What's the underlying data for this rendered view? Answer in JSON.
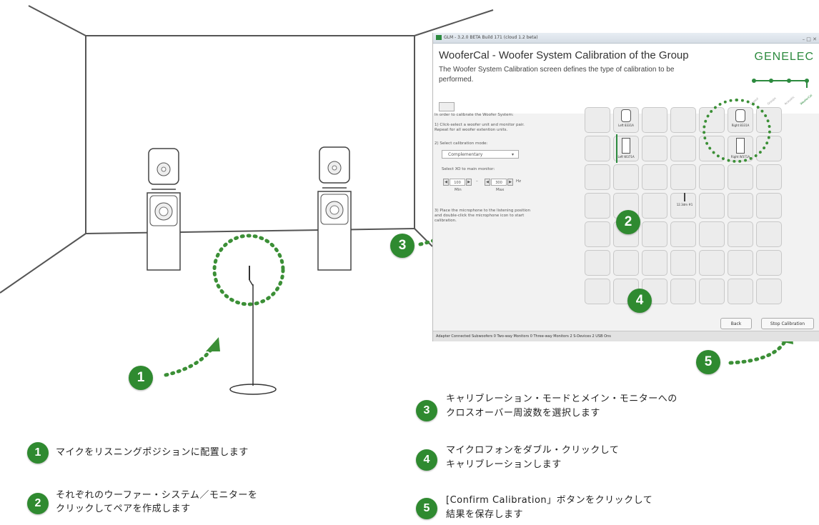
{
  "window": {
    "title": "GLM - 3.2.0 BETA Build 171 (cloud 1.2 beta)",
    "heading": "WooferCal - Woofer System Calibration of the Group",
    "description": "The Woofer System Calibration screen defines the type of calibration to be performed.",
    "brand": "GENELEC",
    "steps": [
      "Layout",
      "Groups",
      "Acoustic",
      "WooferCal"
    ]
  },
  "instructions": {
    "intro": "In order to calibrate the Woofer System:",
    "step1": "1) Click-select a woofer unit and monitor pair. Repeat for all woofer extention units.",
    "step2": "2) Select calibration mode:",
    "mode_value": "Complementary",
    "xo_label": "Select XO to main monitor:",
    "min_value": "100",
    "max_value": "300",
    "unit": "Hz",
    "min_label": "Min",
    "max_label": "Max",
    "step3": "3) Place the microphone to the listening position and double-click the microphone icon to start calibration."
  },
  "grid": {
    "devices": [
      "Left 8331A",
      "Left W371A",
      "Right 8331A",
      "Right W371A"
    ],
    "mic_label": "12.3dm #1"
  },
  "buttons": {
    "back": "Back",
    "confirm": "Stop Calibration"
  },
  "statusbar": "Adapter Connected  Subwoofers 0   Two-way Monitors 0   Three-way Monitors 2   S-Devices 2   USB Ons",
  "callouts": [
    "1",
    "2",
    "3",
    "4",
    "5"
  ],
  "captions": {
    "c1": "マイクをリスニングポジションに配置します",
    "c2_line1": "それぞれのウーファー・システム／モニターを",
    "c2_line2": "クリックしてペアを作成します",
    "c3_line1": "キャリブレーション・モードとメイン・モニターへの",
    "c3_line2": "クロスオーバー周波数を選択します",
    "c4_line1": "マイクロフォンをダブル・クリックして",
    "c4_line2": "キャリブレーションします",
    "c5_line1": "[Confirm Calibration」ボタンをクリックして",
    "c5_line2": "結果を保存します"
  },
  "colors": {
    "accent": "#2f8a30",
    "dots": "#3b8f36"
  }
}
